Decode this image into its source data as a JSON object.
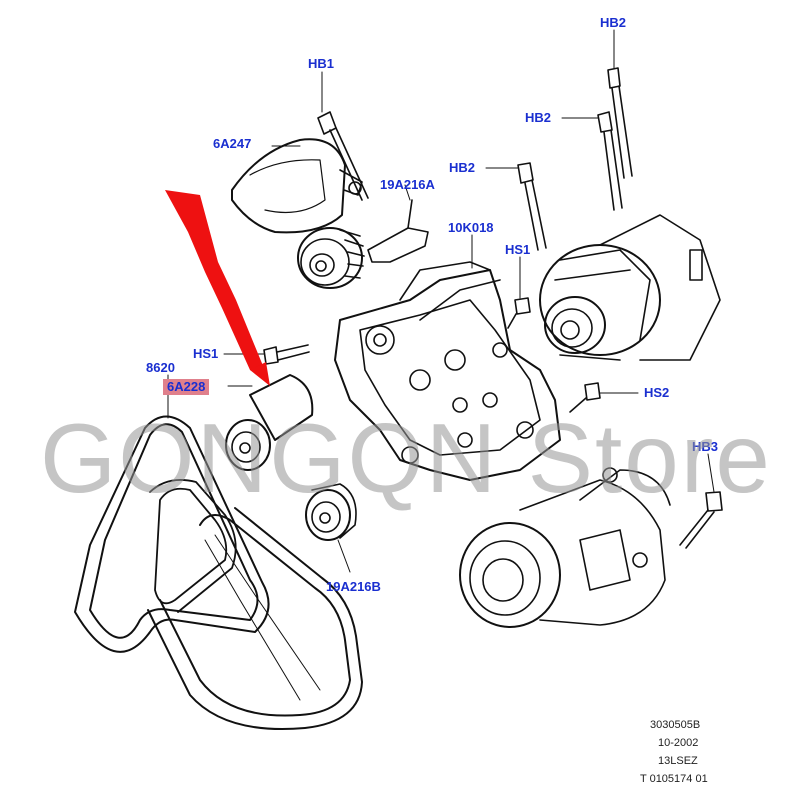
{
  "labels": {
    "hb1": "HB1",
    "hb2_top": "HB2",
    "hb2_mid": "HB2",
    "hb2_low": "HB2",
    "hs1_right": "HS1",
    "hs1_left": "HS1",
    "hs2": "HS2",
    "hb3": "HB3",
    "p6a247": "6A247",
    "p19a216a": "19A216A",
    "p10k018": "10K018",
    "p8620": "8620",
    "p6a228": "6A228",
    "p19a216b": "19A216B"
  },
  "watermark": "GONGQN Store",
  "notes": [
    "3030505B",
    "10-2002",
    "13LSEZ",
    "T 0105174 01"
  ],
  "colors": {
    "label": "#1a2fd0",
    "highlight": "#e0808c",
    "arrow": "#ee1111",
    "watermark": "#969696"
  }
}
